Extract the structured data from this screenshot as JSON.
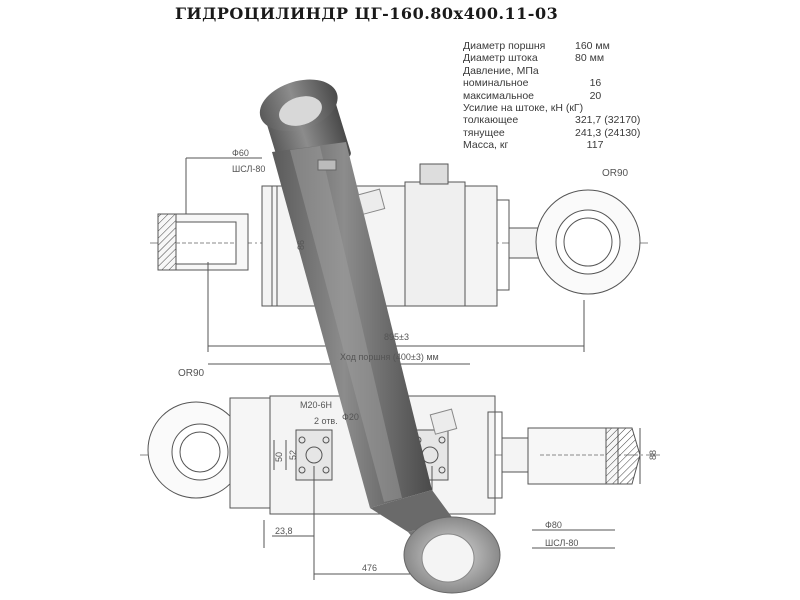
{
  "title": "ГИДРОЦИЛИНДР ЦГ-160.80х400.11-03",
  "specs": [
    {
      "label": "Диаметр поршня",
      "value": "160 мм"
    },
    {
      "label": "Диаметр штока",
      "value": "  80 мм"
    },
    {
      "label": "Давление, МПа",
      "value": ""
    },
    {
      "label": "номинальное",
      "value": "     16"
    },
    {
      "label": "максимальное",
      "value": "     20"
    },
    {
      "label": "Усилие на штоке, кН (кГ)",
      "value": ""
    },
    {
      "label": "толкающее",
      "value": "321,7 (32170)"
    },
    {
      "label": "тянущее",
      "value": "241,3 (24130)"
    },
    {
      "label": "Масса, кг",
      "value": "    117"
    }
  ],
  "dimensions": {
    "phi60": "Ф60",
    "shsl80_top": "ШСЛ-80",
    "r90_top": "ОR90",
    "d86": "86",
    "len895": "895±3",
    "stroke": "Ход поршня (400±3) мм",
    "r90_bottom": "ОR90",
    "m20": "М20-6Н",
    "otv": "2 отв.",
    "phi20": "Ф20",
    "d50": "50",
    "d52": "52",
    "d238": "23,8",
    "d476": "476",
    "phi80": "Ф80",
    "shsl80_bottom": "ШСЛ-80",
    "d88": "88"
  }
}
